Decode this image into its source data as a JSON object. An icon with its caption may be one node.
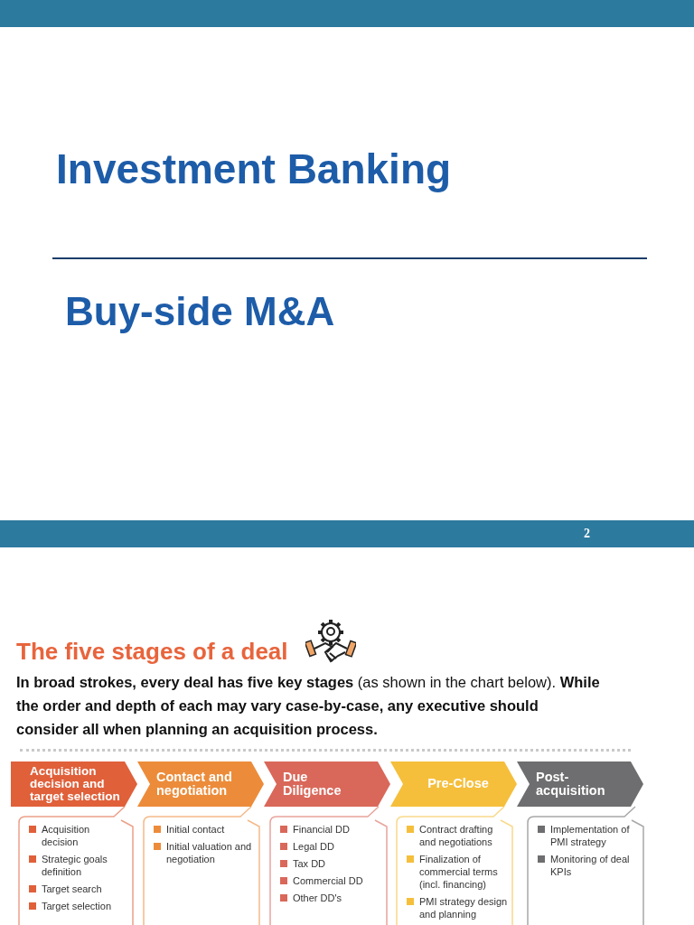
{
  "diagram": {
    "nodes": [
      {
        "text": [
          "Acquisition decision and target selection"
        ]
      },
      {
        "text": [
          "Contact and negotiation"
        ]
      },
      {
        "text": [
          "Due Diligence"
        ]
      },
      {
        "text": [
          "Pre-Close"
        ]
      },
      {
        "text": [
          "Post-acquisition"
        ]
      },
      {
        "text": [
          "Acquisition decision",
          "Strategic goals definition",
          "Target search",
          "Target selection"
        ]
      },
      {
        "text": [
          "Initial contact",
          "Initial valuation and negotiation"
        ]
      },
      {
        "text": [
          "Financial DD",
          "Legal DD",
          "Tax DD",
          "Commercial DD",
          "Other DD's"
        ]
      },
      {
        "text": [
          "Contract drafting and negotiations",
          "Finalization of commercial terms (incl. financing)",
          "PMI strategy design and planning"
        ]
      },
      {
        "text": [
          "Implementation of PMI strategy",
          "Monitoring of deal KPIs"
        ]
      }
    ],
    "labels": [
      "Investment Banking",
      "Buy-side M&A",
      "2",
      "The five stages of a deal",
      "**In broad strokes, every deal has five key stages** (as shown in the chart below). **While the order and depth of each may vary case-by-case, any executive should consider all when planning an acquisition process.**"
    ]
  }
}
